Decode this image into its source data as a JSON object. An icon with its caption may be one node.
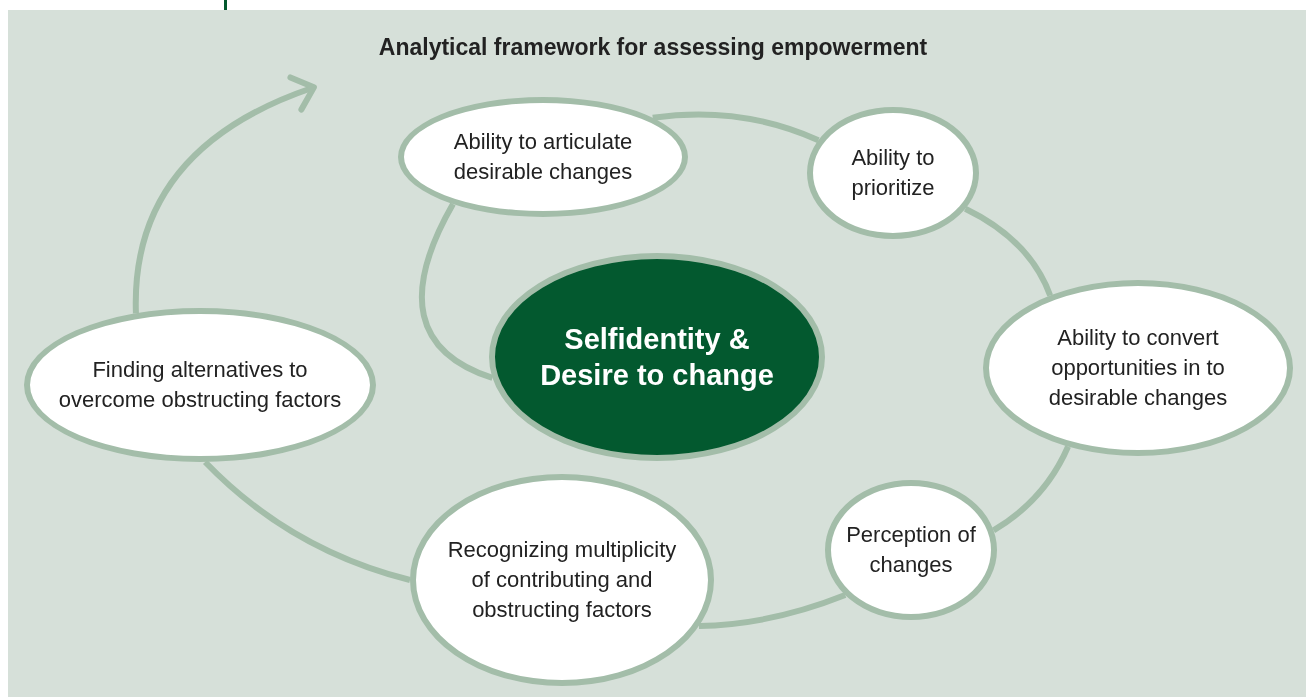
{
  "diagram": {
    "title": "Analytical framework for assessing empowerment",
    "nodes": [
      {
        "text": [
          "Ability to articulate desirable changes"
        ]
      },
      {
        "text": [
          "Ability to prioritize"
        ]
      },
      {
        "text": [
          "Ability to convert opportunities in to desirable changes"
        ]
      },
      {
        "text": [
          "Perception of changes"
        ]
      },
      {
        "text": [
          "Recognizing multiplicity of contributing and obstructing factors"
        ]
      },
      {
        "text": [
          "Finding alternatives to overcome obstructing factors"
        ]
      },
      {
        "text": [
          "Selfidentity & Desire to change"
        ]
      }
    ],
    "edges": [
      {
        "from": 0,
        "to": 1,
        "arrow": "none"
      },
      {
        "from": 1,
        "to": 2,
        "arrow": "none"
      },
      {
        "from": 2,
        "to": 3,
        "arrow": "none"
      },
      {
        "from": 3,
        "to": 4,
        "arrow": "none"
      },
      {
        "from": 4,
        "to": 5,
        "arrow": "none"
      },
      {
        "from": 5,
        "to": null,
        "arrow": "to"
      },
      {
        "from": 0,
        "to": 6,
        "arrow": "none"
      }
    ]
  }
}
